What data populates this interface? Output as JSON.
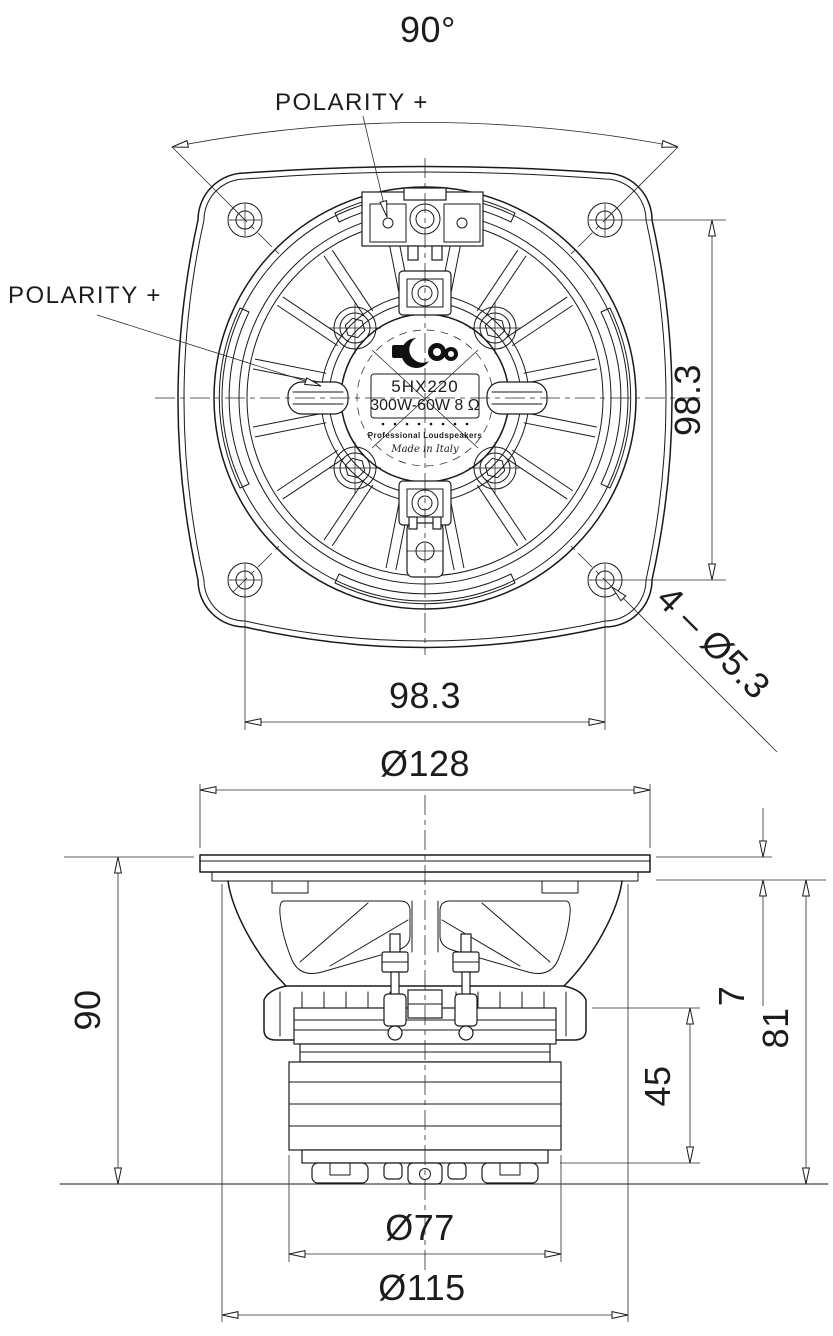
{
  "front_view": {
    "angle_label": "90°",
    "polarity_top": "POLARITY +",
    "polarity_left": "POLARITY +",
    "hole_pitch_vertical": "98.3",
    "hole_pitch_horizontal": "98.3",
    "mounting_holes_note": "4 – Ø5.3",
    "center_label": {
      "logo": "sica-logo",
      "model": "5HX220",
      "rating": "300W-60W 8 Ω",
      "tagline": "Professional Loudspeakers",
      "origin": "Made in Italy"
    }
  },
  "side_view": {
    "flange_diameter": "Ø128",
    "overall_depth": "90",
    "flange_thickness": "7",
    "mounting_depth": "81",
    "magnet_height": "45",
    "magnet_diameter": "Ø77",
    "rear_clearance_diameter": "Ø115"
  },
  "colors": {
    "line": "#1a1a1a",
    "background": "#ffffff"
  }
}
